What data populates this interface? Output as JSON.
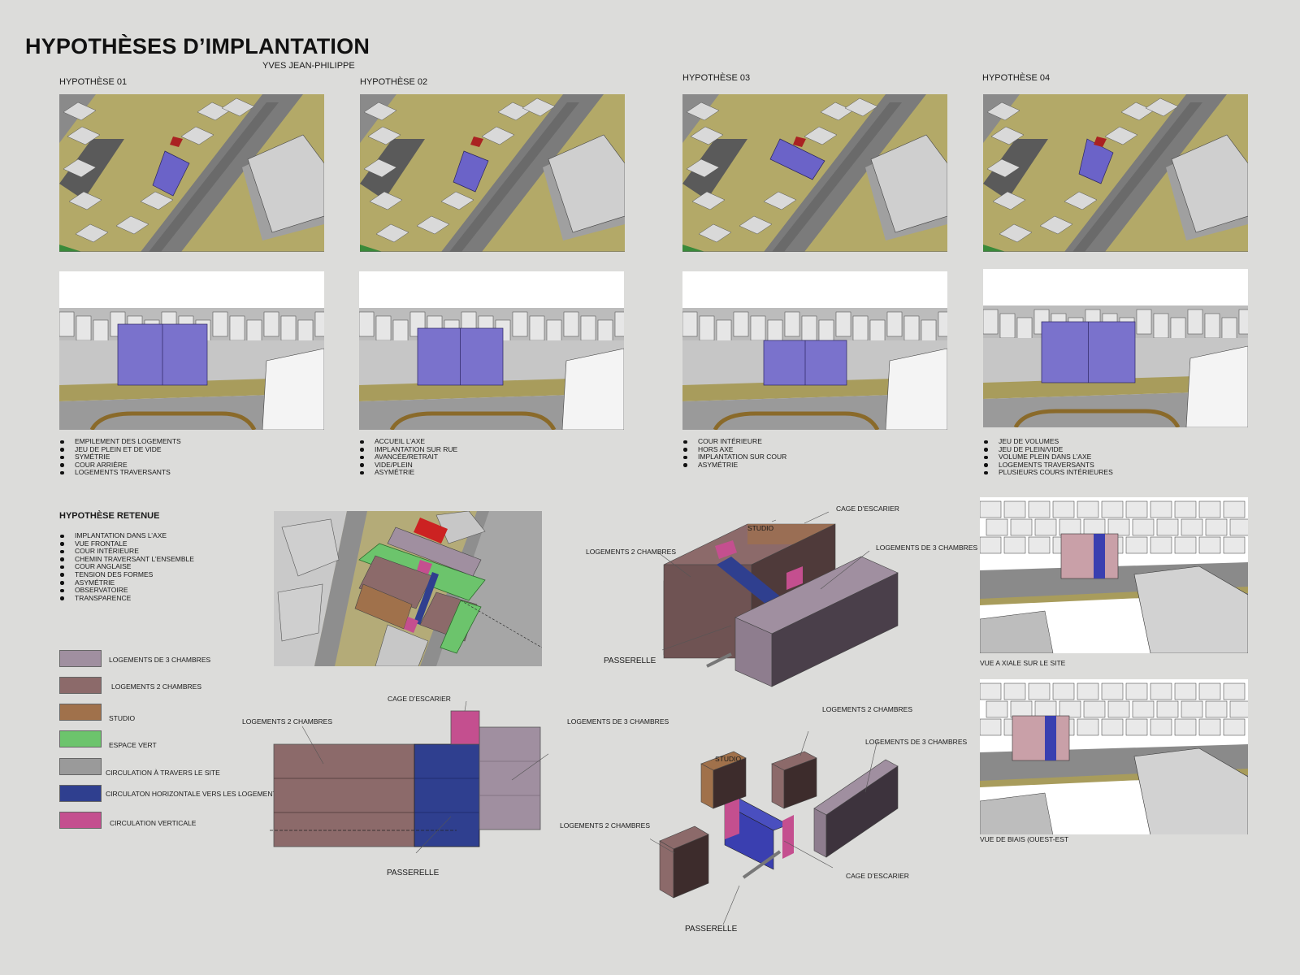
{
  "header": {
    "title": "HYPOTHÈSES D’IMPLANTATION",
    "author": "YVES JEAN-PHILIPPE"
  },
  "hypotheses": [
    {
      "label": "HYPOTHÈSE 01",
      "bullets": [
        "EMPILEMENT DES  LOGEMENTS",
        "JEU DE PLEIN ET DE VIDE",
        "SYMÉTRIE",
        "COUR ARRIÈRE",
        "LOGEMENTS TRAVERSANTS"
      ]
    },
    {
      "label": "HYPOTHÈSE 02",
      "bullets": [
        "ACCUEIL L’AXE",
        "IMPLANTATION  SUR RUE",
        "AVANCÉE/RETRAIT",
        "VIDE/PLEIN",
        "ASYMÉTRIE"
      ]
    },
    {
      "label": "HYPOTHÈSE 03",
      "bullets": [
        "COUR INTÉRIEURE",
        "HORS AXE",
        "IMPLANTATION SUR COUR",
        "ASYMÉTRIE"
      ]
    },
    {
      "label": "HYPOTHÈSE 04",
      "bullets": [
        "JEU DE VOLUMES",
        "JEU DE PLEIN/VIDE",
        "VOLUME PLEIN DANS L’AXE",
        "LOGEMENTS TRAVERSANTS",
        "PLUSIEURS COURS INTÉRIEURES"
      ]
    }
  ],
  "retenue": {
    "title": "HYPOTHÈSE RETENUE",
    "bullets": [
      "IMPLANTATION DANS L’AXE",
      "VUE FRONTALE",
      "COUR INTÉRIEURE",
      "CHEMIN TRAVERSANT L’ENSEMBLE",
      "COUR ANGLAISE",
      "TENSION DES FORMES",
      "ASYMÉTRIE",
      "OBSERVATOIRE",
      "TRANSPARENCE"
    ]
  },
  "legend": [
    {
      "label": "LOGEMENTS DE 3 CHAMBRES",
      "color": "#a08fa0"
    },
    {
      "label": "LOGEMENTS 2 CHAMBRES",
      "color": "#8c6a6a"
    },
    {
      "label": "STUDIO",
      "color": "#a0714b"
    },
    {
      "label": "ESPACE VERT",
      "color": "#6cc46c"
    },
    {
      "label": "CIRCULATION À TRAVERS LE SITE",
      "color": "#9a9a9a"
    },
    {
      "label": "CIRCULATON HORIZONTALE VERS LES LOGEMENTS",
      "color": "#2f3f8f"
    },
    {
      "label": "CIRCULATION VERTICALE",
      "color": "#c44f8f"
    }
  ],
  "plan_labels": {
    "cage": "CAGE D’ESCARIER",
    "log2": "LOGEMENTS 2 CHAMBRES",
    "log3": "LOGEMENTS DE 3 CHAMBRES",
    "passerelle": "PASSERELLE"
  },
  "axo_labels": {
    "cage": "CAGE D’ESCARIER",
    "studio": "STUDIO",
    "log2": "LOGEMENTS 2 CHAMBRES",
    "log3": "LOGEMENTS DE 3 CHAMBRES",
    "passerelle": "PASSERELLE"
  },
  "exploded_labels": {
    "log2_top": "LOGEMENTS 2 CHAMBRES",
    "log3": "LOGEMENTS DE 3 CHAMBRES",
    "studio": "STUDIO",
    "log2_left": "LOGEMENTS 2 CHAMBRES",
    "cage": "CAGE D’ESCARIER",
    "passerelle": "PASSERELLE"
  },
  "views": {
    "axiale": "VUE A XIALE SUR LE SITE",
    "biais": "VUE DE BIAIS (OUEST-EST"
  }
}
